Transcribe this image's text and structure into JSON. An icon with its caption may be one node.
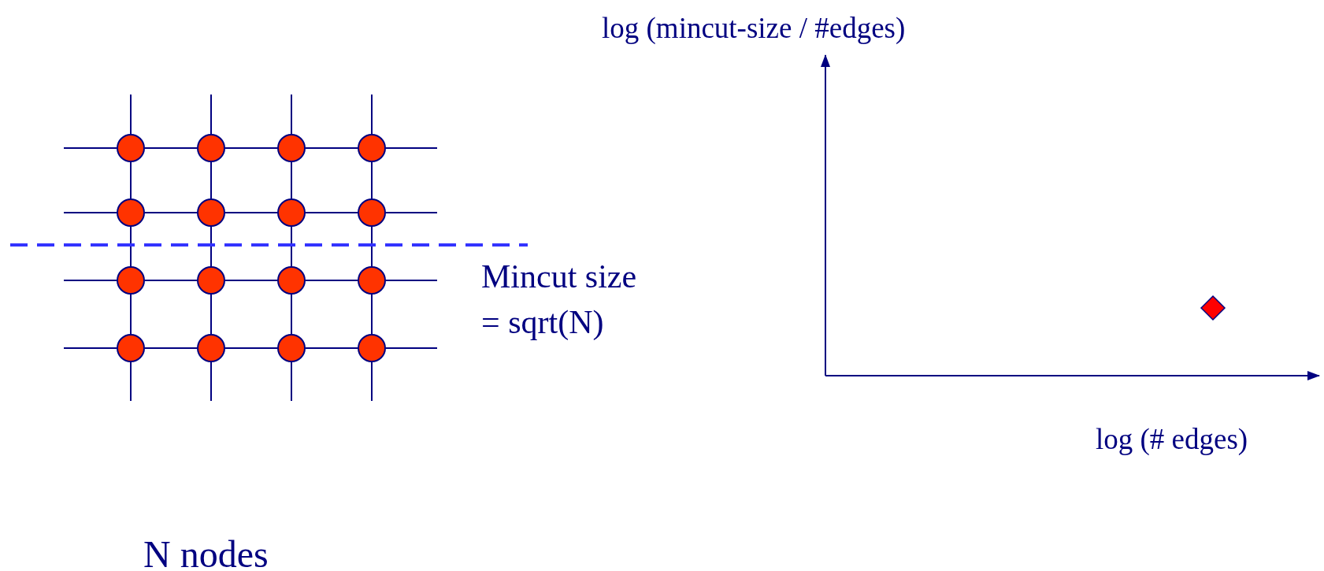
{
  "diagram": {
    "nodes": [
      {
        "text": [],
        "shape": "circle"
      },
      {
        "text": [],
        "shape": "circle"
      },
      {
        "text": [],
        "shape": "circle"
      },
      {
        "text": [],
        "shape": "circle"
      },
      {
        "text": [],
        "shape": "circle"
      },
      {
        "text": [],
        "shape": "circle"
      },
      {
        "text": [],
        "shape": "circle"
      },
      {
        "text": [],
        "shape": "circle"
      },
      {
        "text": [],
        "shape": "circle"
      },
      {
        "text": [],
        "shape": "circle"
      },
      {
        "text": [],
        "shape": "circle"
      },
      {
        "text": [],
        "shape": "circle"
      },
      {
        "text": [],
        "shape": "circle"
      },
      {
        "text": [],
        "shape": "circle"
      },
      {
        "text": [],
        "shape": "circle"
      },
      {
        "text": [],
        "shape": "circle"
      }
    ],
    "edges": [
      {
        "from": 0,
        "to": 1,
        "arrow": "none"
      },
      {
        "from": 1,
        "to": 2,
        "arrow": "none"
      },
      {
        "from": 2,
        "to": 3,
        "arrow": "none"
      },
      {
        "from": 4,
        "to": 5,
        "arrow": "none"
      },
      {
        "from": 5,
        "to": 6,
        "arrow": "none"
      },
      {
        "from": 6,
        "to": 7,
        "arrow": "none"
      },
      {
        "from": 8,
        "to": 9,
        "arrow": "none"
      },
      {
        "from": 9,
        "to": 10,
        "arrow": "none"
      },
      {
        "from": 10,
        "to": 11,
        "arrow": "none"
      },
      {
        "from": 12,
        "to": 13,
        "arrow": "none"
      },
      {
        "from": 13,
        "to": 14,
        "arrow": "none"
      },
      {
        "from": 14,
        "to": 15,
        "arrow": "none"
      },
      {
        "from": 0,
        "to": 4,
        "arrow": "none"
      },
      {
        "from": 1,
        "to": 5,
        "arrow": "none"
      },
      {
        "from": 2,
        "to": 6,
        "arrow": "none"
      },
      {
        "from": 3,
        "to": 7,
        "arrow": "none"
      },
      {
        "from": 4,
        "to": 8,
        "arrow": "none"
      },
      {
        "from": 5,
        "to": 9,
        "arrow": "none"
      },
      {
        "from": 6,
        "to": 10,
        "arrow": "none"
      },
      {
        "from": 7,
        "to": 11,
        "arrow": "none"
      },
      {
        "from": 8,
        "to": 12,
        "arrow": "none"
      },
      {
        "from": 9,
        "to": 13,
        "arrow": "none"
      },
      {
        "from": 10,
        "to": 14,
        "arrow": "none"
      },
      {
        "from": 11,
        "to": 15,
        "arrow": "none"
      },
      {
        "from": null,
        "to": 0,
        "arrow": "none"
      },
      {
        "from": null,
        "to": 4,
        "arrow": "none"
      },
      {
        "from": null,
        "to": 8,
        "arrow": "none"
      },
      {
        "from": null,
        "to": 12,
        "arrow": "none"
      },
      {
        "from": null,
        "to": 3,
        "arrow": "none"
      },
      {
        "from": null,
        "to": 7,
        "arrow": "none"
      },
      {
        "from": null,
        "to": 11,
        "arrow": "none"
      },
      {
        "from": null,
        "to": 15,
        "arrow": "none"
      },
      {
        "from": null,
        "to": 0,
        "arrow": "none"
      },
      {
        "from": null,
        "to": 1,
        "arrow": "none"
      },
      {
        "from": null,
        "to": 2,
        "arrow": "none"
      },
      {
        "from": null,
        "to": 3,
        "arrow": "none"
      },
      {
        "from": null,
        "to": 12,
        "arrow": "none"
      },
      {
        "from": null,
        "to": 13,
        "arrow": "none"
      },
      {
        "from": null,
        "to": 14,
        "arrow": "none"
      },
      {
        "from": null,
        "to": 15,
        "arrow": "none"
      }
    ],
    "labels": [
      "log (mincut-size / #edges)",
      "Mincut size = sqrt(N)",
      "log (# edges)",
      "N nodes"
    ]
  }
}
